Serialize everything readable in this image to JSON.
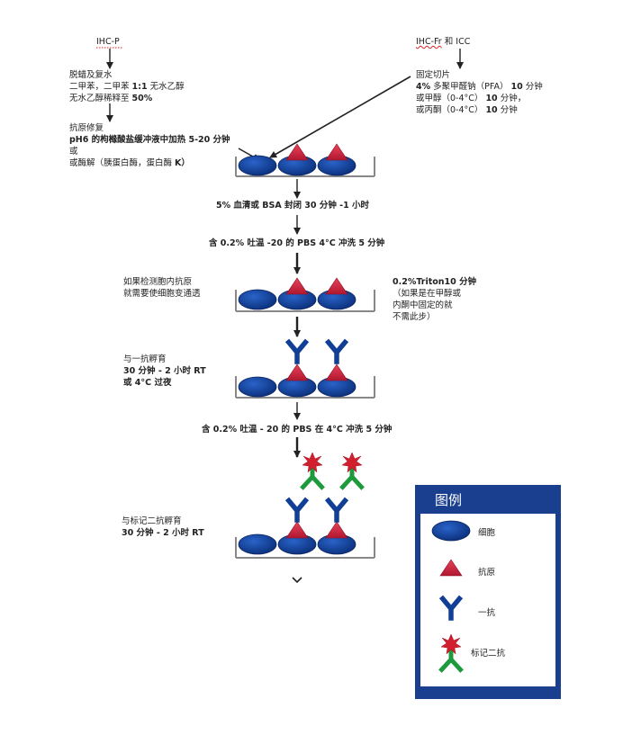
{
  "left_col": {
    "ihc_p": "IHC-P",
    "dewax_title": "脱蜡及复水",
    "dewax_line1_a": "二甲苯，二甲苯 ",
    "dewax_line1_b": "1:1",
    "dewax_line1_c": " 无水乙醇",
    "dewax_line2_a": "无水乙醇稀释至 ",
    "dewax_line2_b": "50%",
    "retrieval_title": "抗原修复",
    "retrieval_line1": "pH6 的枸橼酸盐缓冲液中加热 5-20 分钟",
    "retrieval_or": "或",
    "retrieval_line2_a": "或酶解（胰蛋白酶，蛋白酶 ",
    "retrieval_line2_b": "K）"
  },
  "right_col": {
    "ihc_fr": "IHC-Fr",
    "ihc_and": "和",
    "icc": "ICC",
    "fix_title": "固定切片",
    "fix_line1_a": "4%",
    "fix_line1_b": " 多聚甲醛钠（PFA）",
    "fix_line1_c": "10",
    "fix_line1_d": " 分钟",
    "fix_line2_a": "或甲醇（0-4°C）",
    "fix_line2_b": "10",
    "fix_line2_c": " 分钟，",
    "fix_line3_a": "或丙酮（0-4°C）",
    "fix_line3_b": "10",
    "fix_line3_c": " 分钟"
  },
  "steps": {
    "block": "5% 血清或 BSA 封闭 30 分钟 -1 小时",
    "wash1": "含 0.2% 吐温 -20 的 PBS 4°C 冲洗 5 分钟",
    "perm_left_1": "如果检测胞内抗原",
    "perm_left_2": "就需要使细胞变通透",
    "perm_right_1": "0.2%Triton10 分钟",
    "perm_right_2": "（如果是在甲醇或",
    "perm_right_3": "内酮中固定的就",
    "perm_right_4": "不需此步）",
    "primary_1": "与一抗孵育",
    "primary_2": "30 分钟 - 2 小时 RT",
    "primary_3": "或 4°C 过夜",
    "wash2": "含 0.2% 吐温 - 20 的 PBS 在 4°C 冲洗 5 分钟",
    "secondary_1": "与标记二抗孵育",
    "secondary_2": "30 分钟 - 2 小时 RT"
  },
  "legend": {
    "title": "图例",
    "cell": "细胞",
    "antigen": "抗原",
    "primary_ab": "一抗",
    "labeled_secondary": "标记二抗"
  },
  "colors": {
    "cell_blue": "#0d3f9e",
    "antigen_red": "#d6223a",
    "antibody_blue": "#123f96",
    "secondary_green": "#1d9a3c",
    "star_red": "#d11f2e",
    "legend_bg": "#1a3f8f"
  }
}
